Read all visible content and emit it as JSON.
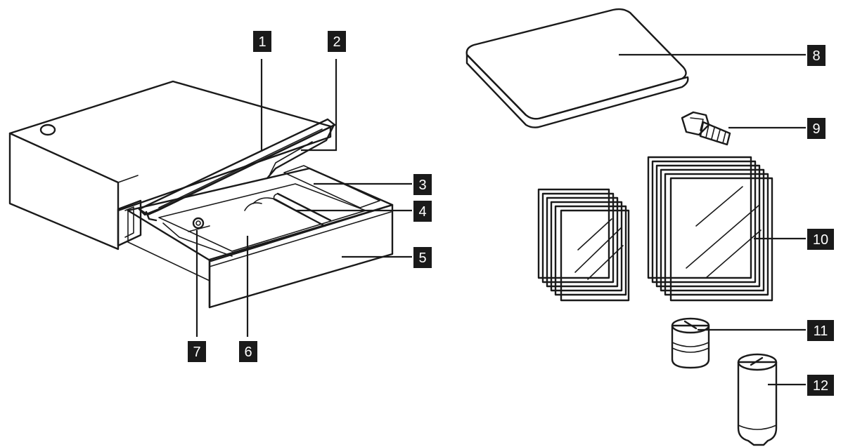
{
  "colors": {
    "callout_fill": "#1a1a1a",
    "callout_text": "#ffffff",
    "line": "#1a1a1a",
    "mat_fill": "#cdcdcd"
  },
  "callouts": [
    {
      "id": "1",
      "label": "1"
    },
    {
      "id": "2",
      "label": "2"
    },
    {
      "id": "3",
      "label": "3"
    },
    {
      "id": "4",
      "label": "4"
    },
    {
      "id": "5",
      "label": "5"
    },
    {
      "id": "6",
      "label": "6"
    },
    {
      "id": "7",
      "label": "7"
    },
    {
      "id": "8",
      "label": "8"
    },
    {
      "id": "9",
      "label": "9"
    },
    {
      "id": "10",
      "label": "10"
    },
    {
      "id": "11",
      "label": "11"
    },
    {
      "id": "12",
      "label": "12"
    }
  ]
}
